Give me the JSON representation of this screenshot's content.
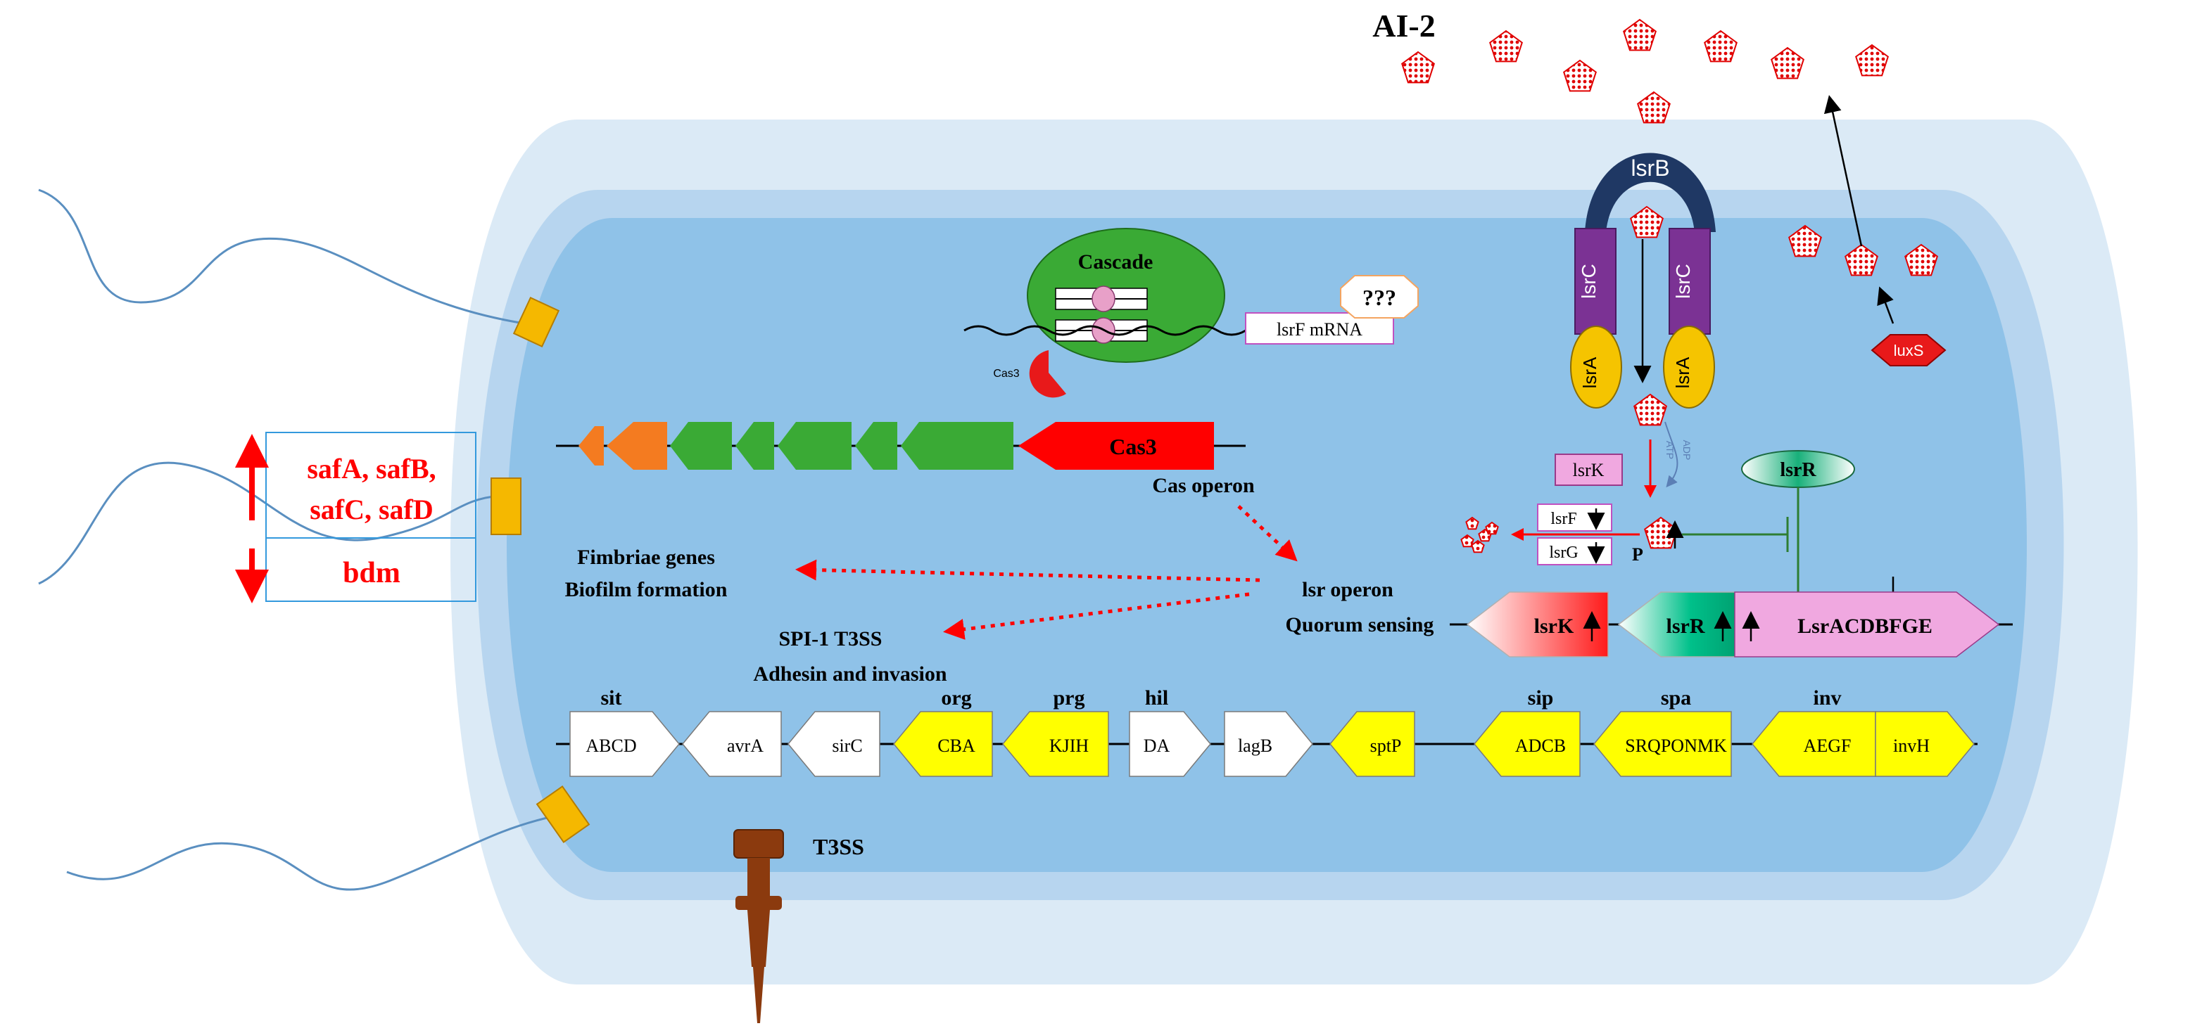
{
  "labels": {
    "ai2": "AI-2",
    "lsrB": "lsrB",
    "lsrC": "lsrC",
    "lsrA": "lsrA",
    "luxS": "luxS",
    "cascade": "Cascade",
    "cas3_small": "Cas3",
    "unknown": "???",
    "lsrF_mrna": "lsrF mRNA",
    "cas3_gene": "Cas3",
    "cas_operon": "Cas operon",
    "lsrK_box": "lsrK",
    "atp": "ATP",
    "adp": "ADP",
    "lsrR_oval": "lsrR",
    "lsrF_box": "lsrF",
    "lsrG_box": "lsrG",
    "phospho": "P",
    "fimbriae_genes": "Fimbriae genes",
    "biofilm": "Biofilm formation",
    "lsr_operon": "lsr operon",
    "quorum_sensing": "Quorum sensing",
    "spi1": "SPI-1 T3SS",
    "adhesin": "Adhesin and invasion",
    "lsrK_gene": "lsrK",
    "lsrR_gene": "lsrR",
    "lsr_acd": "LsrACDBFGE",
    "saf_line1": "safA, safB,",
    "saf_line2": "safC, safD",
    "bdm": "bdm",
    "t3ss": "T3SS"
  },
  "spi_genes": [
    {
      "label": "ABCD",
      "group": "sit",
      "color": "#ffffff"
    },
    {
      "label": "avrA",
      "group": "",
      "color": "#ffffff"
    },
    {
      "label": "sirC",
      "group": "",
      "color": "#ffffff"
    },
    {
      "label": "CBA",
      "group": "org",
      "color": "#ffff00"
    },
    {
      "label": "KJIH",
      "group": "prg",
      "color": "#ffff00"
    },
    {
      "label": "DA",
      "group": "hil",
      "color": "#ffffff"
    },
    {
      "label": "lagB",
      "group": "",
      "color": "#ffffff"
    },
    {
      "label": "sptP",
      "group": "",
      "color": "#ffff00"
    },
    {
      "label": "ADCB",
      "group": "sip",
      "color": "#ffff00"
    },
    {
      "label": "SRQPONMK",
      "group": "spa",
      "color": "#ffff00"
    },
    {
      "label": "AEGF",
      "group": "inv",
      "color": "#ffff00"
    },
    {
      "label": "invH",
      "group": "",
      "color": "#ffff00"
    }
  ],
  "colors": {
    "outer_membrane": "#dbeaf6",
    "periplasm": "#b7d5ef",
    "cytoplasm": "#8fc2e8",
    "red": "#ff0000",
    "green": "#3aaa35",
    "orange": "#f47b20",
    "purple": "#7b3294",
    "yellow": "#ffcc00",
    "navy": "#1f3864"
  }
}
